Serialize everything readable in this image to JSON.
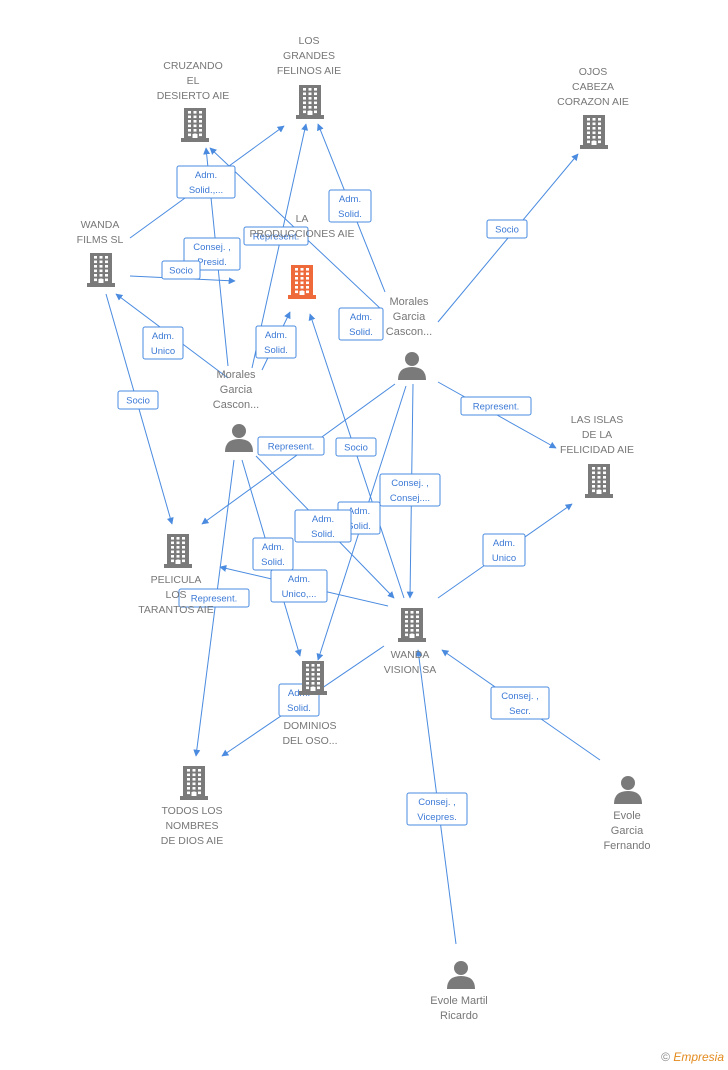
{
  "colors": {
    "edge": "#4a8be0",
    "node": "#7a7a7a",
    "focus": "#ef6a3a",
    "label": "#777777"
  },
  "nodes": [
    {
      "id": "cruzando",
      "type": "company",
      "lines": [
        "CRUZANDO",
        "EL",
        "DESIERTO AIE"
      ]
    },
    {
      "id": "grandes",
      "type": "company",
      "lines": [
        "LOS",
        "GRANDES",
        "FELINOS AIE"
      ]
    },
    {
      "id": "ojos",
      "type": "company",
      "lines": [
        "OJOS",
        "CABEZA",
        "CORAZON AIE"
      ]
    },
    {
      "id": "wandafilms",
      "type": "company",
      "lines": [
        "WANDA",
        "FILMS SL"
      ]
    },
    {
      "id": "laproducciones",
      "type": "company",
      "focus": true,
      "lines": [
        "LA",
        "PRODUCCIONES AIE"
      ]
    },
    {
      "id": "morales1",
      "type": "person",
      "lines": [
        "Morales",
        "Garcia",
        "Cascon..."
      ]
    },
    {
      "id": "morales2",
      "type": "person",
      "lines": [
        "Morales",
        "Garcia",
        "Cascon..."
      ]
    },
    {
      "id": "islas",
      "type": "company",
      "lines": [
        "LAS ISLAS",
        "DE LA",
        "FELICIDAD AIE"
      ]
    },
    {
      "id": "pelicula",
      "type": "company",
      "lines": [
        "PELICULA",
        "LOS",
        "TARANTOS AIE"
      ]
    },
    {
      "id": "wandavision",
      "type": "company",
      "lines": [
        "WANDA",
        "VISION SA"
      ]
    },
    {
      "id": "dominios",
      "type": "company",
      "lines": [
        "DOMINIOS",
        "DEL OSO..."
      ]
    },
    {
      "id": "todos",
      "type": "company",
      "lines": [
        "TODOS LOS",
        "NOMBRES",
        "DE DIOS AIE"
      ]
    },
    {
      "id": "evolegarcia",
      "type": "person",
      "lines": [
        "Evole",
        "Garcia",
        "Fernando"
      ]
    },
    {
      "id": "evolemartil",
      "type": "person",
      "lines": [
        "Evole Martil",
        "Ricardo"
      ]
    }
  ],
  "edges": [
    {
      "from": "wandafilms",
      "to": "grandes",
      "lines": [
        "Adm.",
        "Solid.,..."
      ]
    },
    {
      "from": "morales1",
      "to": "cruzando",
      "lines": [
        "Adm.",
        "Solid."
      ]
    },
    {
      "from": "morales1",
      "to": "grandes",
      "lines": [
        "Adm.",
        "Solid."
      ]
    },
    {
      "from": "morales1",
      "to": "ojos",
      "lines": [
        "Socio"
      ]
    },
    {
      "from": "morales1",
      "to": "islas",
      "lines": [
        "Represent."
      ]
    },
    {
      "from": "morales1",
      "to": "wandavision",
      "lines": [
        "Consej. ,",
        "Consej...."
      ]
    },
    {
      "from": "morales1",
      "to": "pelicula",
      "lines": [
        "Adm.",
        "Solid."
      ]
    },
    {
      "from": "morales1",
      "to": "dominios",
      "lines": [
        "Adm.",
        "Solid."
      ]
    },
    {
      "from": "morales2",
      "to": "cruzando",
      "lines": [
        "Consej. ,",
        "Presid."
      ]
    },
    {
      "from": "morales2",
      "to": "grandes",
      "lines": [
        "Represent."
      ]
    },
    {
      "from": "morales2",
      "to": "laproducciones",
      "lines": [
        "Adm.",
        "Solid."
      ]
    },
    {
      "from": "morales2",
      "to": "wandafilms",
      "lines": [
        "Adm.",
        "Unico"
      ]
    },
    {
      "from": "morales2",
      "to": "wandavision",
      "lines": [
        "Represent."
      ]
    },
    {
      "from": "morales2",
      "to": "todos",
      "lines": [
        "Adm.",
        "Solid."
      ]
    },
    {
      "from": "morales2",
      "to": "dominios",
      "lines": [
        "Adm.",
        "Unico,..."
      ]
    },
    {
      "from": "wandafilms",
      "to": "laproducciones",
      "lines": [
        "Socio"
      ]
    },
    {
      "from": "wandafilms",
      "to": "pelicula",
      "lines": [
        "Socio"
      ]
    },
    {
      "from": "wandavision",
      "to": "laproducciones",
      "lines": [
        "Socio"
      ]
    },
    {
      "from": "wandavision",
      "to": "islas",
      "lines": [
        "Adm.",
        "Unico"
      ]
    },
    {
      "from": "wandavision",
      "to": "pelicula",
      "lines": [
        "Represent."
      ]
    },
    {
      "from": "wandavision",
      "to": "todos",
      "lines": [
        "Adm.",
        "Solid."
      ]
    },
    {
      "from": "evolegarcia",
      "to": "wandavision",
      "lines": [
        "Consej. ,",
        "Secr."
      ]
    },
    {
      "from": "evolemartil",
      "to": "wandavision",
      "lines": [
        "Consej. ,",
        "Vicepres."
      ]
    }
  ],
  "footer": {
    "copyright": "©",
    "brand": "Empresia"
  }
}
